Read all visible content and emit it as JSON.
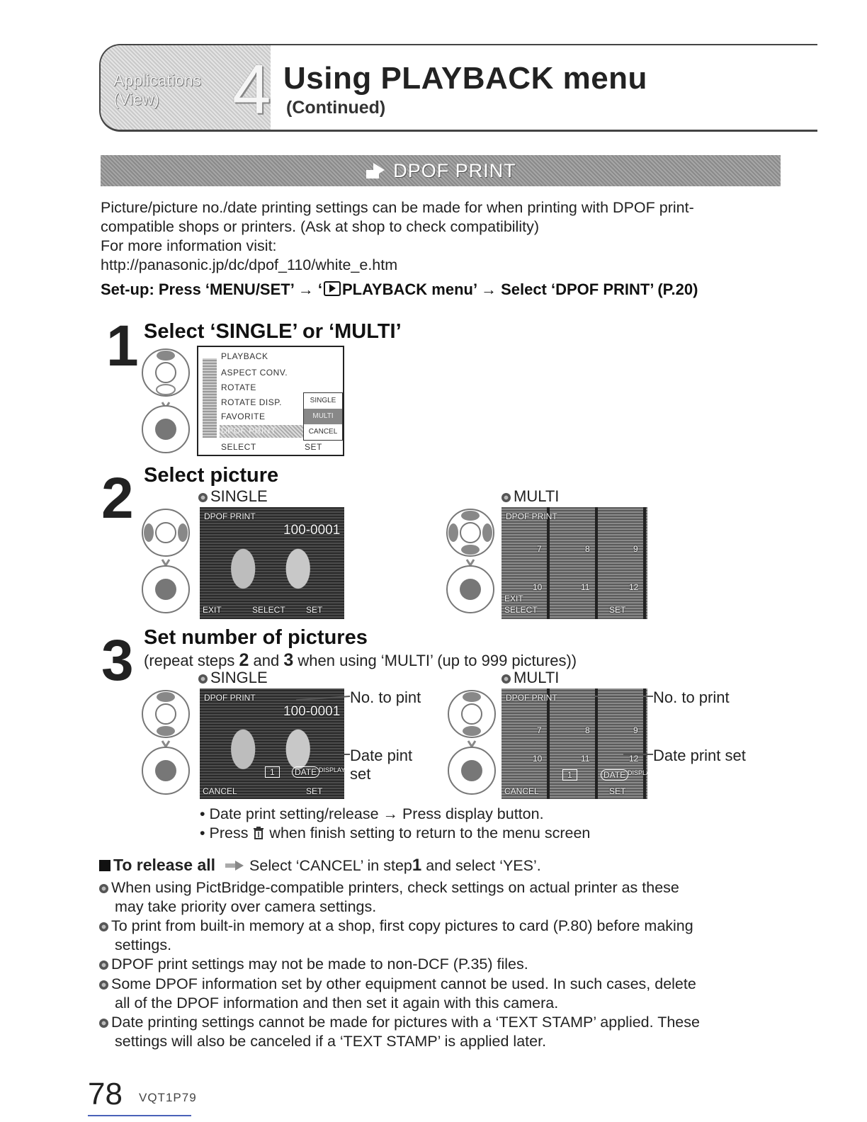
{
  "header": {
    "section_line1": "Applications",
    "section_line2": "(View)",
    "chapter_number": "4",
    "title": "Using PLAYBACK menu",
    "subtitle": "(Continued)"
  },
  "band": {
    "title": "DPOF PRINT",
    "icon": "dpof-print-icon"
  },
  "intro": {
    "line1": "Picture/picture no./date printing settings can be made for when printing with DPOF print-",
    "line2": "compatible shops or printers. (Ask at shop to check compatibility)",
    "line3": "For more information visit:",
    "url": "http://panasonic.jp/dc/dpof_110/white_e.htm"
  },
  "setup": {
    "part1": "Set-up: Press ‘MENU/SET’ → ‘",
    "part2": "PLAYBACK menu’ → Select ‘DPOF PRINT’ (P.20)"
  },
  "step1": {
    "number": "1",
    "title": "Select ‘SINGLE’ or ‘MULTI’",
    "menu": {
      "header": "PLAYBACK",
      "items": [
        "ASPECT CONV.",
        "ROTATE",
        "ROTATE DISP.",
        "FAVORITE",
        "DPOF PRINT"
      ],
      "popup": [
        "SINGLE",
        "MULTI",
        "CANCEL"
      ],
      "footer_left": "SELECT",
      "footer_right": "SET"
    }
  },
  "step2": {
    "number": "2",
    "title": "Select picture",
    "single_label": "SINGLE",
    "multi_label": "MULTI",
    "single_screen": {
      "top_left": "DPOF PRINT",
      "number": "100-0001",
      "exit": "EXIT",
      "select": "SELECT",
      "set": "SET"
    },
    "multi_screen": {
      "top_left": "DPOF PRINT",
      "nums": [
        "7",
        "8",
        "9",
        "10",
        "11",
        "12"
      ],
      "exit": "EXIT",
      "select": "SELECT",
      "set": "SET"
    }
  },
  "step3": {
    "number": "3",
    "title": "Set number of pictures",
    "sub_before": "(repeat steps ",
    "sub_step_a": "2",
    "sub_and": " and ",
    "sub_step_b": "3",
    "sub_after": " when using ‘MULTI’ (up to 999 pictures))",
    "single_label": "SINGLE",
    "multi_label": "MULTI",
    "single_callout_top": "No. to pint",
    "single_callout_bottom_1": "Date pint",
    "single_callout_bottom_2": "set",
    "multi_callout_top": "No. to print",
    "multi_callout_bottom": "Date print set",
    "single_screen": {
      "top_left": "DPOF PRINT",
      "number": "100-0001",
      "count": "1",
      "date": "DATE",
      "display": "DISPLAY",
      "cancel": "CANCEL",
      "set": "SET"
    },
    "multi_screen": {
      "top_left": "DPOF PRINT",
      "nums": [
        "7",
        "8",
        "9",
        "10",
        "11",
        "12"
      ],
      "count": "1",
      "date": "DATE",
      "display": "DISPLAY",
      "cancel": "CANCEL",
      "set": "SET"
    },
    "bullet1": "• Date print setting/release → Press display button.",
    "bullet2_before": "• Press ",
    "bullet2_after": " when finish setting to return to the menu screen"
  },
  "release": {
    "label": "To release all",
    "text_before": "Select ‘CANCEL’ in step",
    "step_ref": "1",
    "text_after": " and select ‘YES’."
  },
  "notes": [
    {
      "line1": "When using PictBridge-compatible printers, check settings on actual printer as these",
      "line2": "may take priority over camera settings."
    },
    {
      "line1": "To print from built-in memory at a shop, first copy pictures to card (P.80) before making",
      "line2": "settings."
    },
    {
      "line1": "DPOF print settings may not be made to non-DCF (P.35) files.",
      "line2": ""
    },
    {
      "line1": "Some DPOF information set by other equipment cannot be used. In such cases, delete",
      "line2": "all of the DPOF information and then set it again with this camera."
    },
    {
      "line1": "Date printing settings cannot be made for pictures with a ‘TEXT STAMP’ applied. These",
      "line2": "settings will also be canceled if a ‘TEXT STAMP’ is applied later."
    }
  ],
  "footer": {
    "page_number": "78",
    "code": "VQT1P79"
  },
  "colors": {
    "band": "#999999",
    "text": "#1a1a1a",
    "footer_rule": "#4a62b8"
  }
}
